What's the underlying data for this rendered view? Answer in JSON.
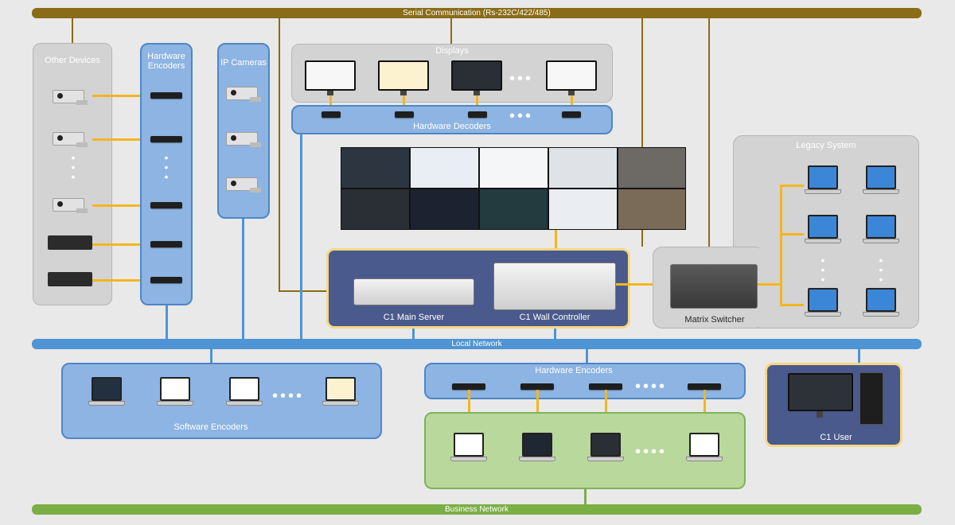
{
  "buses": {
    "serial": "Serial Communication (Rs-232C/422/485)",
    "local": "Local Network",
    "business": "Business Network"
  },
  "panels": {
    "other_devices": "Other Devices",
    "hardware_encoders_top": "Hardware Encoders",
    "ip_cameras": "IP Cameras",
    "displays": "Displays",
    "hardware_decoders": "Hardware Decoders",
    "legacy_system": "Legacy System",
    "matrix_switcher": "Matrix Switcher",
    "main_server": "C1 Main Server",
    "wall_controller": "C1 Wall Controller",
    "software_encoders": "Software Encoders",
    "hardware_encoders_bottom": "Hardware Encoders",
    "c1_user": "C1 User"
  },
  "colors": {
    "serial": "#8a6b17",
    "local": "#4f94d4",
    "business": "#7cae46",
    "link": "#f3b61f"
  },
  "icons": [
    "camera-icon",
    "encoder-icon",
    "laptop-icon",
    "monitor-icon",
    "server-icon",
    "video-wall-icon"
  ]
}
